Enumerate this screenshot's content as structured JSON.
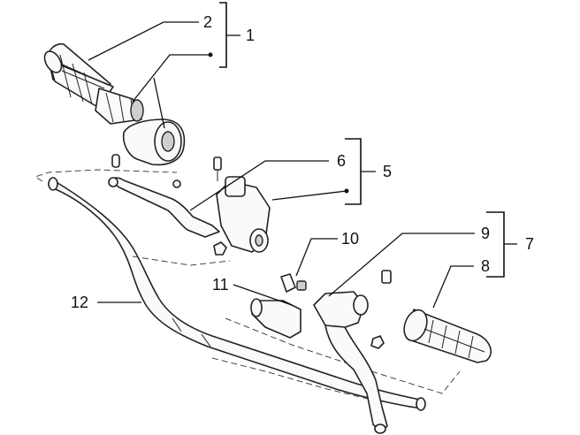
{
  "callouts": {
    "c1": "1",
    "c2": "2",
    "c5": "5",
    "c6": "6",
    "c7": "7",
    "c8": "8",
    "c9": "9",
    "c10": "10",
    "c11": "11",
    "c12": "12"
  }
}
